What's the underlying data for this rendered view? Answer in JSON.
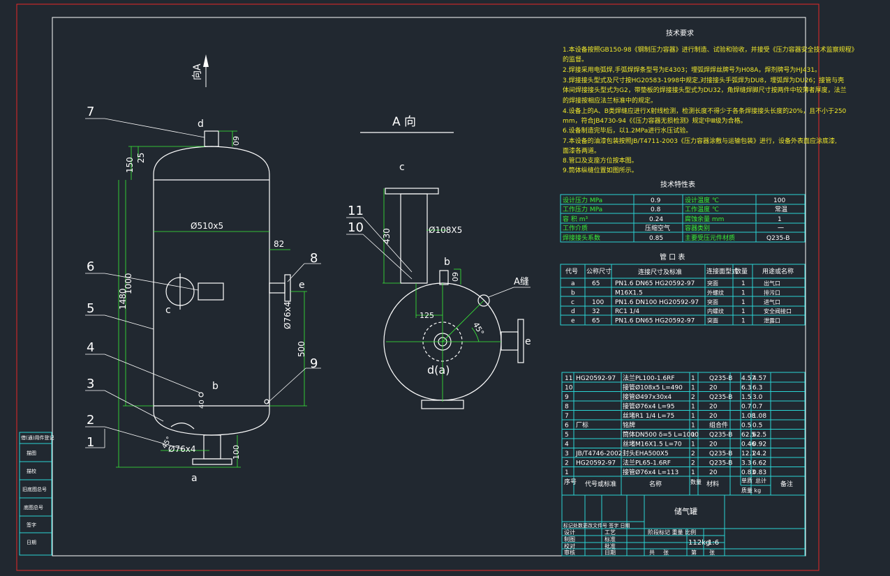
{
  "colors": {
    "background": "#212830",
    "border": "#e82828",
    "frame": "#ffffff",
    "geometry": "#ffffff",
    "dims": "#38f038",
    "text": "#ffffff",
    "tables": "#2ad4d4",
    "leader": "#38f038"
  },
  "left_view": {
    "view_arrow_label": "向A",
    "nozzles": {
      "top": "d",
      "bottom": "a",
      "side_right": "e",
      "shell_left": "c",
      "small": "b"
    },
    "dims": {
      "top_neck": "60",
      "top_150": "150",
      "top_25": "25",
      "shell_dia": "Ø510x5",
      "nozzle_82": "82",
      "overall_1480": "1480",
      "straight_1000": "1000",
      "pipe_76": "Ø76x4",
      "side_500": "500",
      "bottom_pipe": "Ø76x4",
      "bottom_100": "100",
      "angle_45": "45°",
      "small_40": "40"
    },
    "part_numbers": [
      "1",
      "2",
      "3",
      "4",
      "5",
      "6",
      "7",
      "8",
      "9",
      "10",
      "11"
    ]
  },
  "view_a": {
    "title": "A 向",
    "labels": {
      "c": "c",
      "b": "b",
      "e": "e",
      "d": "d(a)",
      "weld": "A缝"
    },
    "dims": {
      "h430": "430",
      "pipe": "Ø108X5",
      "n60": "60",
      "r125": "125",
      "ang45": "45°"
    }
  },
  "tech_requirements": {
    "title": "技术要求",
    "lines": [
      "1.本设备按照GB150-98《钢制压力容器》进行制造、试验和验收，并接受《压力容器安全技术监察规程》",
      "  的监督。",
      "2.焊接采用电弧焊,手弧焊焊条型号为E4303；埋弧焊焊丝牌号为H08A，焊剂牌号为HJ431。",
      "3.焊接接头型式及尺寸按HG20583-1998中规定,对接接头手弧焊为DU8，埋弧焊为DU26；接管与壳",
      "  体间焊接接头型式为G2，带垫板的焊接接头型式为DU32，角焊缝焊脚尺寸按两件中较薄者厚度，法兰",
      "  的焊接按相应法兰标准中的规定。",
      "4.设备上的A、B类焊缝应进行X射线检测，检测长度不得少于各条焊接接头长度的20%，且不小于250",
      "  mm，符合JB4730-94《《压力容器无损检测》规定中Ⅲ级为合格。",
      "6.设备制造完毕后，以1.2MPa进行水压试验。",
      "7.本设备的油漆包装按照JB/T4711-2003《压力容器涂敷与运输包装》进行，设备外表面应涂底漆,",
      "  面漆各两道。",
      "8.管口及支座方位按本图。",
      "9.筒体纵缝位置如图所示。"
    ]
  },
  "tech_characteristics": {
    "title": "技术特性表",
    "rows": [
      [
        "设计压力 MPa",
        "0.9",
        "设计温度 ℃",
        "100"
      ],
      [
        "工作压力 MPa",
        "0.8",
        "工作温度 ℃",
        "常温"
      ],
      [
        "容   积 m³",
        "0.24",
        "腐蚀余量 mm",
        "1"
      ],
      [
        "工作介质",
        "压缩空气",
        "容器类别",
        "一"
      ],
      [
        "焊接接头系数",
        "0.85",
        "主要受压元件材质",
        "Q235-B"
      ]
    ]
  },
  "nozzle_table": {
    "title": "管  口  表",
    "headers": [
      "代号",
      "公称尺寸",
      "连接尺寸及标准",
      "连接面型式",
      "数量",
      "用途或名称"
    ],
    "rows": [
      [
        "a",
        "65",
        "PN1.6 DN65  HG20592-97",
        "突面",
        "1",
        "出气口"
      ],
      [
        "b",
        "",
        "M16X1.5",
        "外螺纹",
        "1",
        "排污口"
      ],
      [
        "c",
        "100",
        "PN1.6 DN100  HG20592-97",
        "突面",
        "1",
        "进气口"
      ],
      [
        "d",
        "32",
        "RC1 1/4",
        "内螺纹",
        "1",
        "安全阀接口"
      ],
      [
        "e",
        "65",
        "PN1.6 DN65  HG20592-97",
        "突面",
        "1",
        "泄露口"
      ]
    ]
  },
  "parts_list": {
    "rows": [
      [
        "11",
        "HG20592-97",
        "法兰PL100-1.6RF",
        "1",
        "Q235-B",
        "4.57",
        "4.57"
      ],
      [
        "10",
        "",
        "接管Ø108x5 L=490",
        "1",
        "20",
        "6.3",
        "6.3"
      ],
      [
        "9",
        "",
        "接管Ø497x30x4",
        "2",
        "Q235-B",
        "1.5",
        "3.0"
      ],
      [
        "8",
        "",
        "接管Ø76x4 L=95",
        "1",
        "20",
        "0.7",
        "0.7"
      ],
      [
        "7",
        "",
        "丝堵R1 1/4 L=75",
        "1",
        "20",
        "1.08",
        "1.08"
      ],
      [
        "6",
        "厂标",
        "铭牌",
        "1",
        "组合件",
        "0.5",
        "0.5"
      ],
      [
        "5",
        "",
        "筒体DN500 δ=5 L=1000",
        "1",
        "Q235-B",
        "62.5",
        "62.5"
      ],
      [
        "4",
        "",
        "丝堵M16X1.5 L=70",
        "1",
        "20",
        "0.46",
        "0.92"
      ],
      [
        "3",
        "JB/T4746-2002",
        "封头EHA500X5",
        "2",
        "Q235-B",
        "12.1",
        "24.2"
      ],
      [
        "2",
        "HG20592-97",
        "法兰PL65-1.6RF",
        "2",
        "Q235-B",
        "3.3",
        "6.62"
      ],
      [
        "1",
        "",
        "接管Ø76x4 L=113",
        "1",
        "20",
        "0.83",
        "0.83"
      ]
    ],
    "header": {
      "no": "序号",
      "code": "代号或标准",
      "name": "名称",
      "qty": "数量",
      "material": "材料",
      "unit": "单质",
      "total": "总计",
      "mass": "质量 kg",
      "note": "备注"
    }
  },
  "title_block": {
    "name": "储气罐",
    "weight": "112kg",
    "scale": "1:6",
    "row_labels": [
      "设计",
      "制图",
      "校对",
      "审核"
    ],
    "row_labels2": [
      "工艺",
      "标准",
      "批准",
      "日期"
    ],
    "header_row": "标记处数更改文件号 签字 日期",
    "stage": "阶段标记 重量 比例",
    "bottom": [
      "共",
      "张",
      "第",
      "张"
    ]
  },
  "left_strip": {
    "labels": [
      "借(通)用件登记",
      "描图",
      "描校",
      "旧底图总号",
      "底图总号",
      "签字",
      "日期"
    ]
  }
}
